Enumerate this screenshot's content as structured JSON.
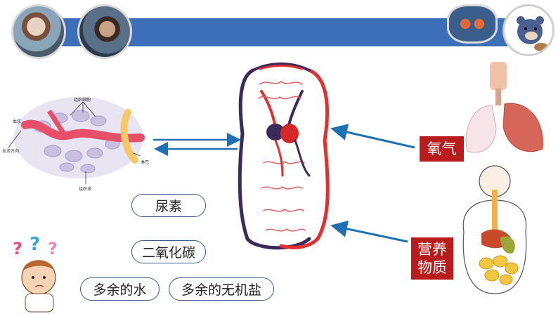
{
  "waste_labels": {
    "urea": "尿素",
    "co2": "二氧化碳",
    "excess_water": "多余的水",
    "excess_salt": "多余的无机盐"
  },
  "supply_labels": {
    "oxygen": "氧气",
    "nutrients_line1": "营养",
    "nutrients_line2": "物质"
  },
  "tissue_diagram": {
    "plasma": "血浆",
    "blood_flow_direction": "血流方向",
    "tissue_cells": "组织细胞",
    "lymph": "淋巴",
    "tissue_fluid": "组织液"
  },
  "colors": {
    "banner": "#3d6fb8",
    "arrow": "#1f6fb5",
    "label_box": "#b81c1c",
    "artery": "#e03030",
    "vein": "#3c2a5a"
  }
}
